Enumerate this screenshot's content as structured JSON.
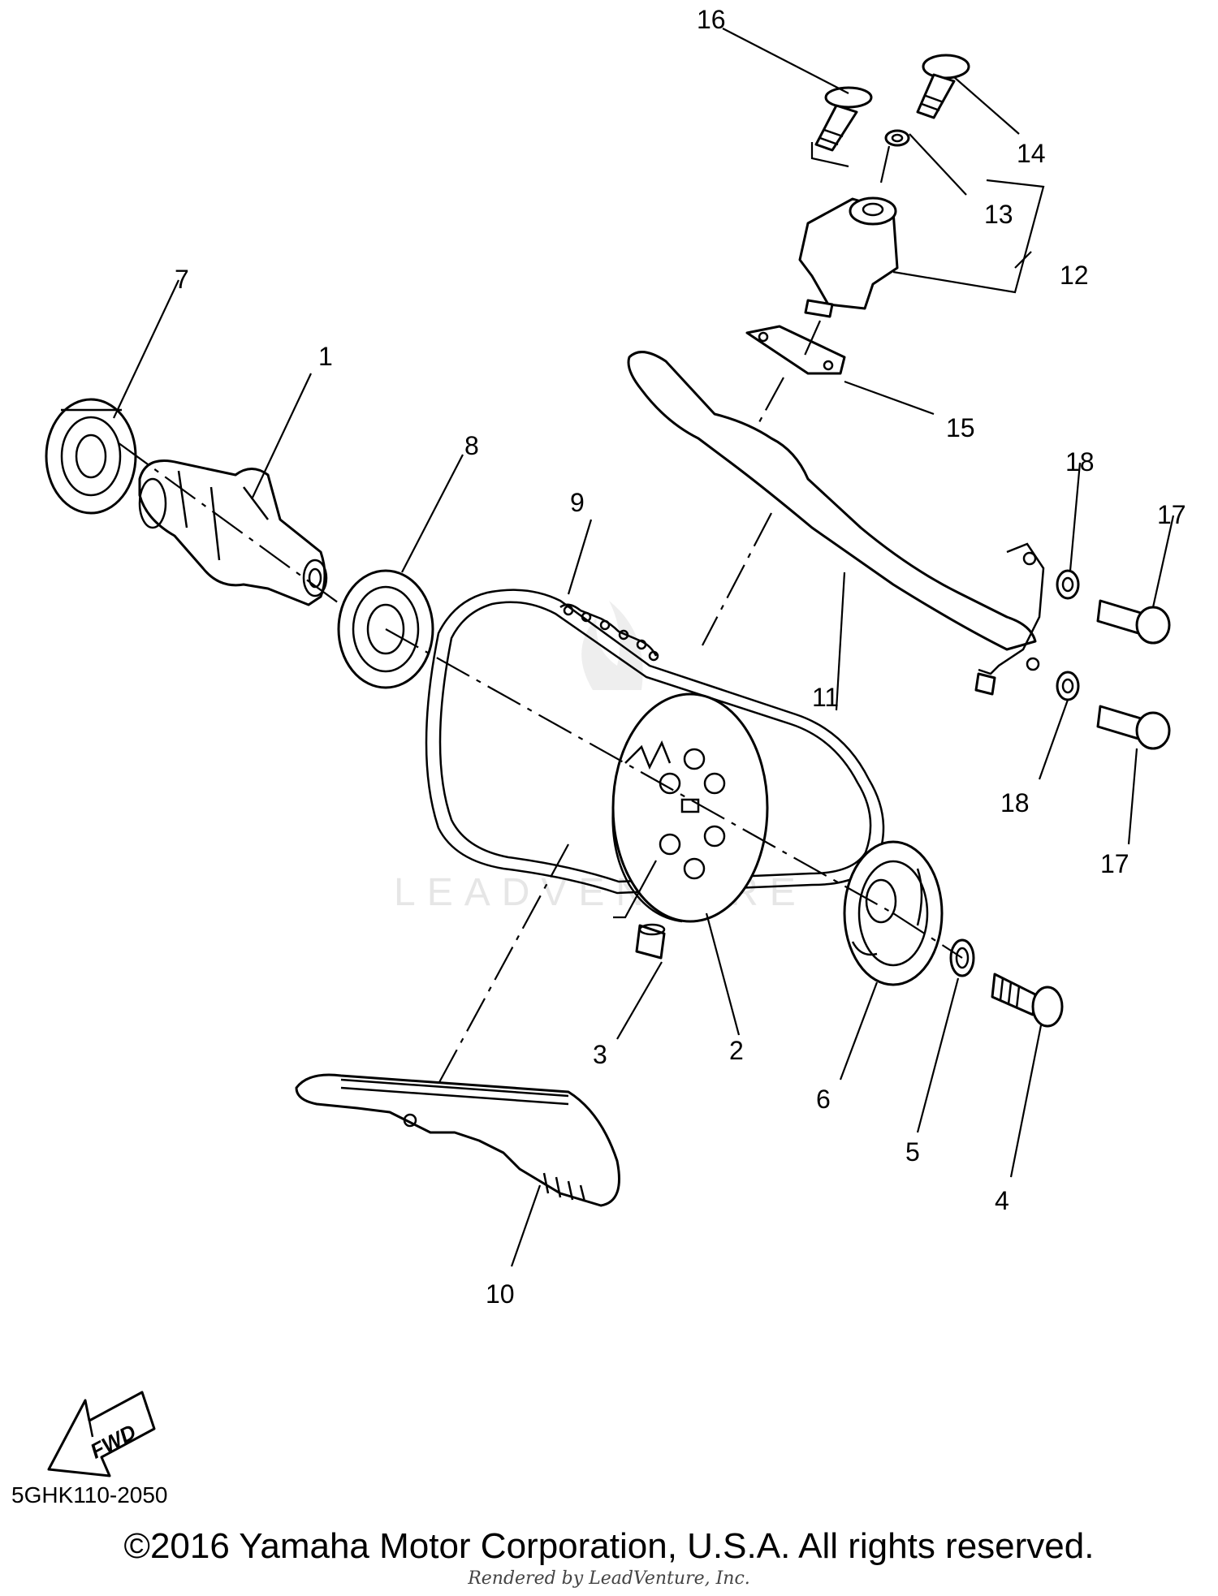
{
  "watermark": {
    "text": "LEADVENTURE"
  },
  "callouts": [
    "1",
    "2",
    "3",
    "4",
    "5",
    "6",
    "7",
    "8",
    "9",
    "10",
    "11",
    "12",
    "13",
    "14",
    "15",
    "16",
    "17",
    "17",
    "18",
    "18"
  ],
  "fwd_label": "FWD",
  "doc_code": "5GHK110-2050",
  "copyright": "©2016 Yamaha Motor Corporation, U.S.A. All rights reserved.",
  "rendered_by": "Rendered by LeadVenture, Inc."
}
